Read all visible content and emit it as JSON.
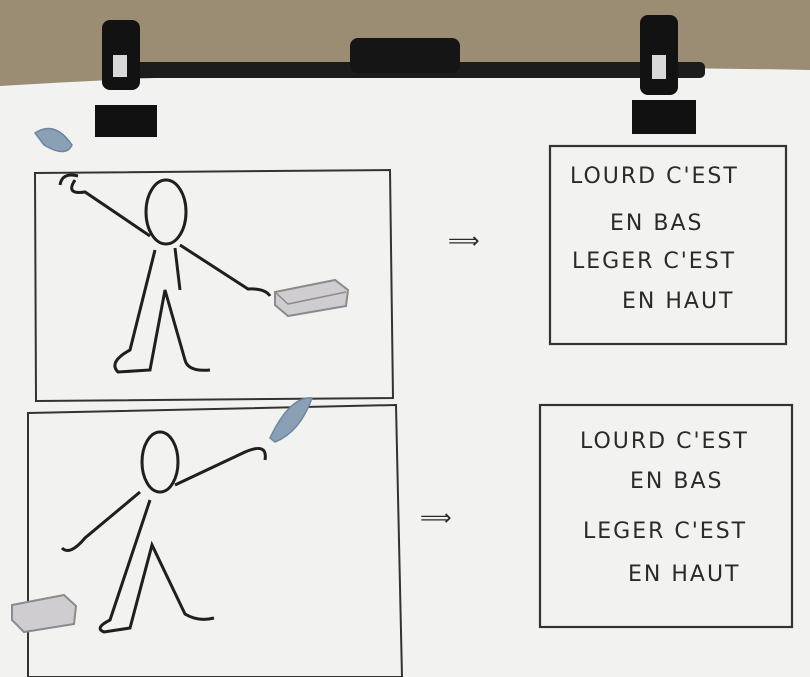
{
  "panels": [
    {
      "id": "top",
      "lines": [
        "LOURD  C'EST",
        "EN BAS",
        "LEGER  C'EST",
        "EN HAUT"
      ],
      "arrow": "⟹"
    },
    {
      "id": "bottom",
      "lines": [
        "LOURD C'EST",
        "EN BAS",
        "LEGER  C'EST",
        "EN HAUT"
      ],
      "arrow": "⟹"
    }
  ],
  "colors": {
    "paper": "#f4f5f3",
    "ink": "#222222",
    "wall": "#9a8b72",
    "brick": "#c9c7c8",
    "feather": "#7f96ad"
  }
}
